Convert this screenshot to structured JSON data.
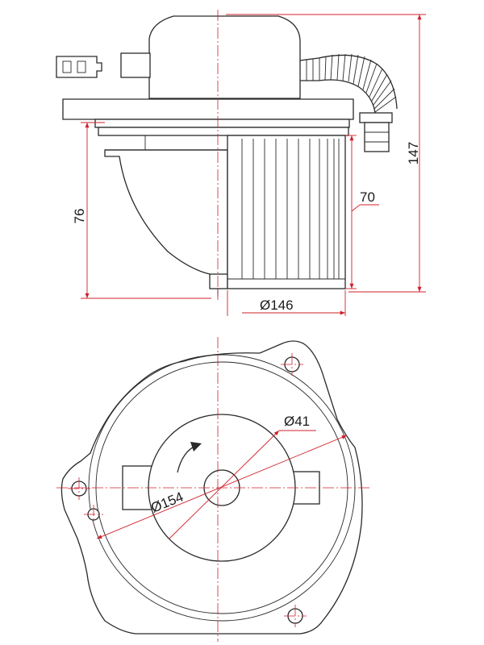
{
  "dimensions": {
    "overall_height": "147",
    "body_height": "76",
    "wheel_height": "70",
    "wheel_diameter": "Ø146",
    "flange_diameter": "Ø154",
    "hub_diameter": "Ø41"
  },
  "colors": {
    "line": "#2a2a2a",
    "dimension": "#d0202a"
  },
  "icons": [
    "rotation-arrow-icon",
    "connector-plug-icon"
  ]
}
